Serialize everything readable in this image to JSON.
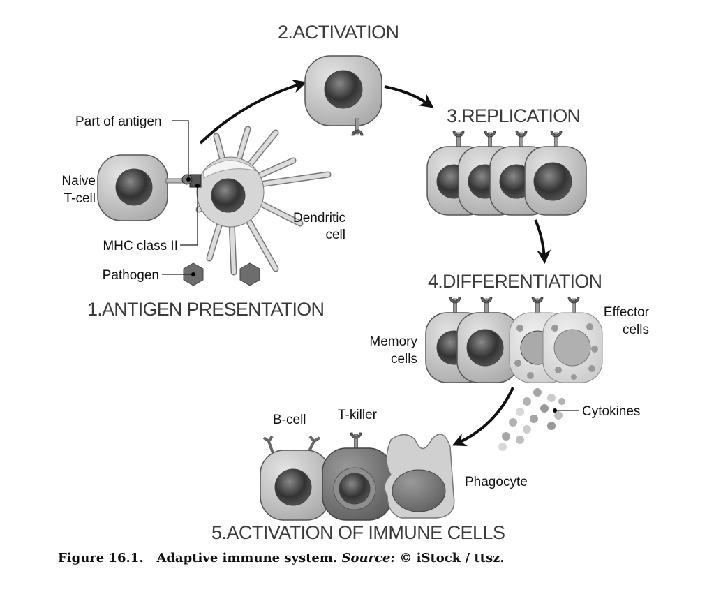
{
  "stages": {
    "s1": "1.ANTIGEN PRESENTATION",
    "s2": "2.ACTIVATION",
    "s3": "3.REPLICATION",
    "s4": "4.DIFFERENTIATION",
    "s5": "5.ACTIVATION OF IMMUNE CELLS"
  },
  "labels": {
    "part_of_antigen": "Part of antigen",
    "naive_1": "Naive",
    "naive_2": "T-cell",
    "mhc": "MHC class II",
    "pathogen": "Pathogen",
    "dendritic_1": "Dendritic",
    "dendritic_2": "cell",
    "memory_1": "Memory",
    "memory_2": "cells",
    "effector_1": "Effector",
    "effector_2": "cells",
    "cytokines": "Cytokines",
    "bcell": "B-cell",
    "tkiller": "T-killer",
    "phagocyte": "Phagocyte"
  },
  "caption": {
    "number": "Figure 16.1.",
    "text": "Adaptive immune system.",
    "source_label": "Source:",
    "source": "© iStock / ttsz."
  }
}
